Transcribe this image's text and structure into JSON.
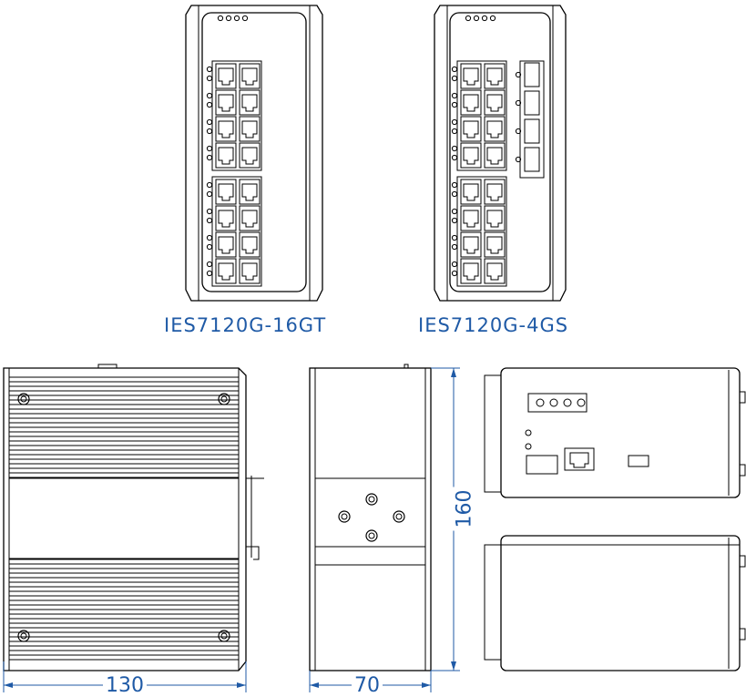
{
  "models": {
    "left": "IES7120G-16GT",
    "right": "IES7120G-4GS"
  },
  "dimensions": {
    "width": "130",
    "depth": "70",
    "height": "160"
  },
  "colors": {
    "line": "#000000",
    "dimension": "#1f5aa6"
  }
}
